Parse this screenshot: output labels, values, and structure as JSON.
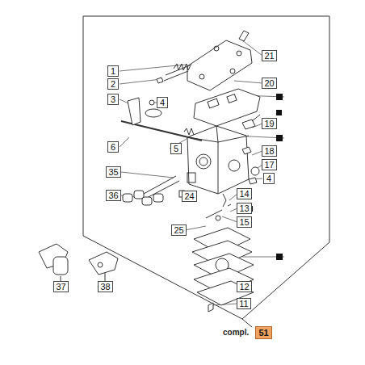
{
  "diagram": {
    "nodes": [
      {
        "text": [
          "1"
        ]
      },
      {
        "text": [
          "2"
        ]
      },
      {
        "text": [
          "3"
        ]
      },
      {
        "text": [
          "4"
        ]
      },
      {
        "text": [
          "5"
        ]
      },
      {
        "text": [
          "6"
        ]
      },
      {
        "text": [
          "35"
        ]
      },
      {
        "text": [
          "36"
        ]
      },
      {
        "text": [
          "21"
        ]
      },
      {
        "text": [
          "20"
        ]
      },
      {
        "text": [
          "19"
        ]
      },
      {
        "text": [
          "18"
        ]
      },
      {
        "text": [
          "17"
        ]
      },
      {
        "text": [
          "4"
        ]
      },
      {
        "text": [
          "24"
        ]
      },
      {
        "text": [
          "14"
        ]
      },
      {
        "text": [
          "13"
        ]
      },
      {
        "text": [
          "15"
        ]
      },
      {
        "text": [
          "25"
        ]
      },
      {
        "text": [
          "12"
        ]
      },
      {
        "text": [
          "11"
        ]
      },
      {
        "text": [
          "37"
        ]
      },
      {
        "text": [
          "38"
        ]
      },
      {
        "text": [
          "51"
        ]
      }
    ],
    "labels": [
      "compl."
    ]
  }
}
